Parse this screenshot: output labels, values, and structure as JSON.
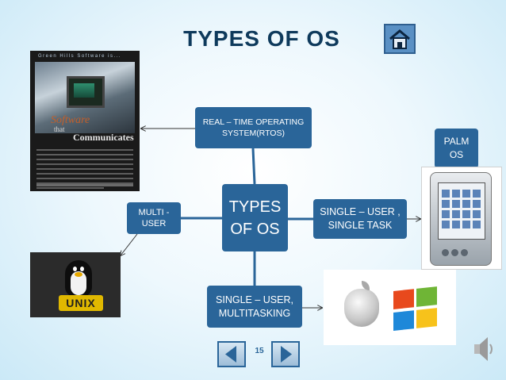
{
  "slide": {
    "title": "TYPES OF OS",
    "page_number": "15"
  },
  "diagram": {
    "center": "TYPES OF OS",
    "rtos": "REAL – TIME OPERATING SYSTEM(RTOS)",
    "multi_user": "MULTI - USER",
    "single_user_single_task": "SINGLE – USER , SINGLE TASK",
    "single_user_multitasking": "SINGLE – USER, MULTITASKING",
    "palm_os": "PALM OS"
  },
  "images": {
    "poster_brand": "Green Hills Software is...",
    "poster_software": "Software",
    "poster_that": "that",
    "poster_headline": "Communicates",
    "unix_label": "UNIX"
  },
  "colors": {
    "box_blue": "#2a6599",
    "title_color": "#0e3a5c",
    "windows_red": "#e8491d",
    "windows_green": "#6fb536",
    "windows_blue": "#1e88d9",
    "windows_yellow": "#f7c21b"
  },
  "icons": {
    "home": "home-icon",
    "prev": "arrow-left-icon",
    "next": "arrow-right-icon",
    "audio": "speaker-icon"
  }
}
